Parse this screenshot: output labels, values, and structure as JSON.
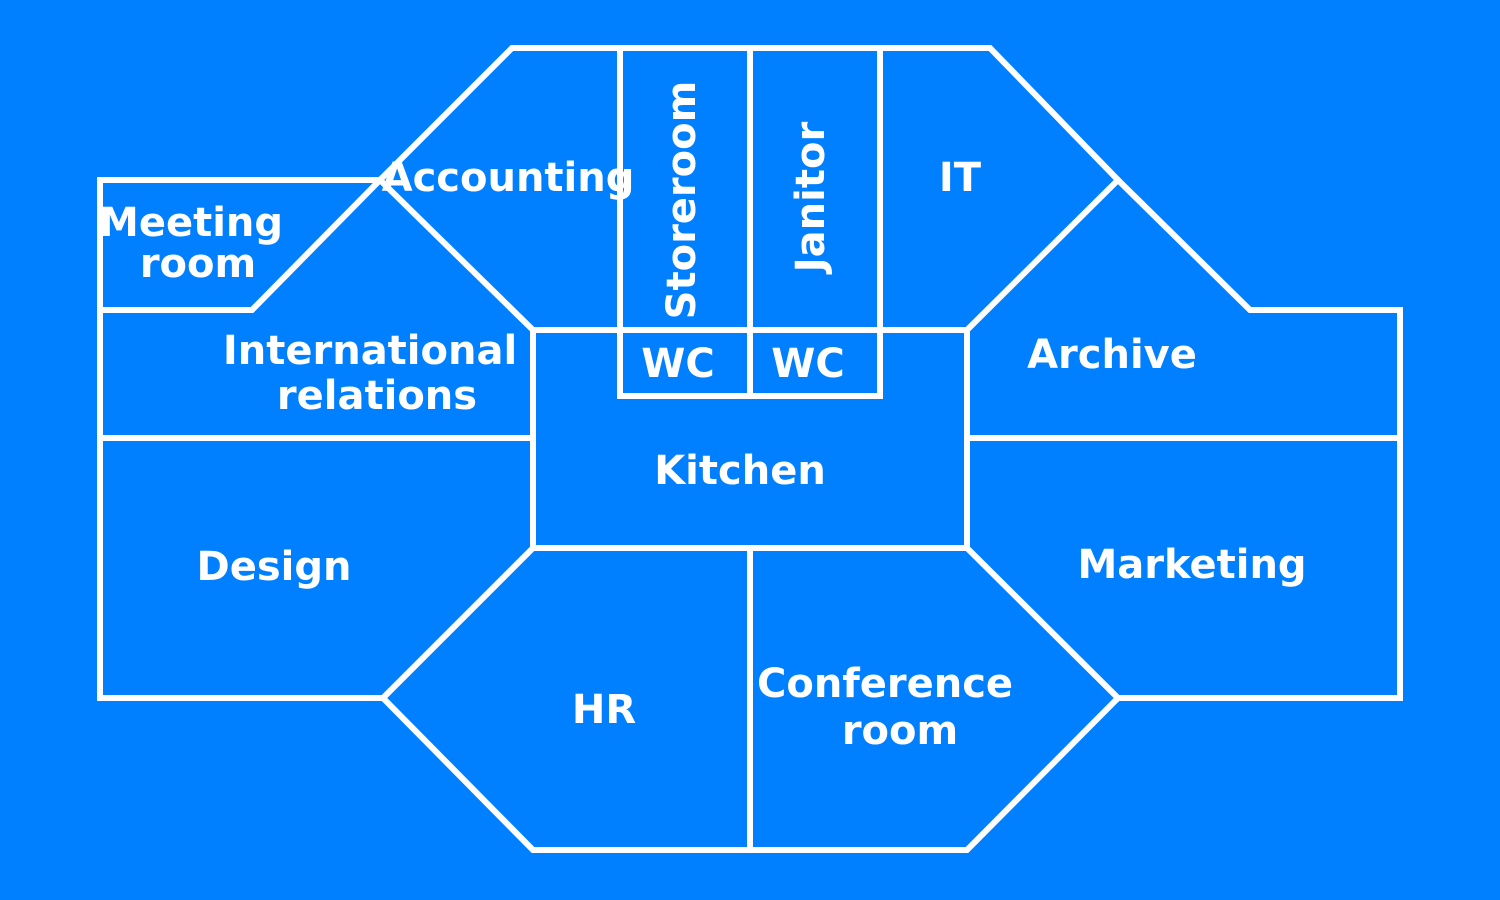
{
  "colors": {
    "background": "#0080FF",
    "walls": "#FFFFFF",
    "text": "#FFFFFF"
  },
  "rooms": {
    "meeting_room": [
      "Meeting",
      "room"
    ],
    "accounting": "Accounting",
    "storeroom": "Storeroom",
    "janitor": "Janitor",
    "it": "IT",
    "international_relations": [
      "International",
      "relations"
    ],
    "wc_left": "WC",
    "wc_right": "WC",
    "archive": "Archive",
    "kitchen": "Kitchen",
    "design": "Design",
    "marketing": "Marketing",
    "hr": "HR",
    "conference_room": [
      "Conference",
      "room"
    ]
  }
}
